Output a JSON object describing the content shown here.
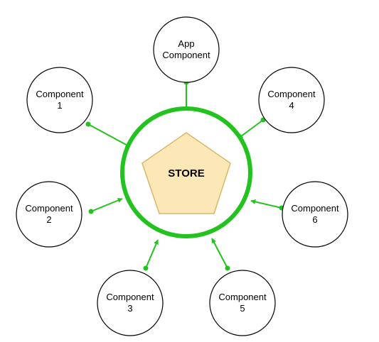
{
  "diagram": {
    "store": {
      "label": "STORE"
    },
    "components": [
      {
        "id": "app",
        "lines": [
          "App",
          "Component"
        ]
      },
      {
        "id": "c1",
        "lines": [
          "Component",
          "1"
        ]
      },
      {
        "id": "c4",
        "lines": [
          "Component",
          "4"
        ]
      },
      {
        "id": "c2",
        "lines": [
          "Component",
          "2"
        ]
      },
      {
        "id": "c6",
        "lines": [
          "Component",
          "6"
        ]
      },
      {
        "id": "c3",
        "lines": [
          "Component",
          "3"
        ]
      },
      {
        "id": "c5",
        "lines": [
          "Component",
          "5"
        ]
      }
    ],
    "connections": [
      {
        "from": "app",
        "to": "store"
      },
      {
        "from": "c1",
        "to": "store"
      },
      {
        "from": "c4",
        "to": "store"
      },
      {
        "from": "c2",
        "to": "store"
      },
      {
        "from": "c6",
        "to": "store"
      },
      {
        "from": "c3",
        "to": "store"
      },
      {
        "from": "c5",
        "to": "store"
      }
    ]
  },
  "colors": {
    "ring": "#22c31f",
    "arrow": "#22c31f",
    "pentagon_fill": "#fbe8b6",
    "pentagon_stroke": "#d9b76a",
    "circle_stroke": "#000000"
  }
}
